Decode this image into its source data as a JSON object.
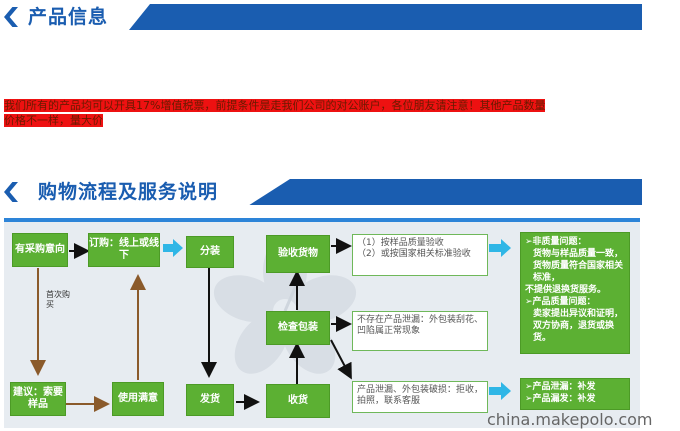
{
  "header_product": {
    "title": "产品信息"
  },
  "notice": {
    "line1": "我们所有的产品均可以开具17%增值税票，前提条件是走我们公司的对公账户，各位朋友请注意！其他产品数量",
    "line2": "价格不一样，量大价"
  },
  "header_flow": {
    "title": "购物流程及服务说明"
  },
  "flow": {
    "need": "有采购意向",
    "order": "订购：线上或线下",
    "split": "分装",
    "inspect": "验收货物",
    "check_pack": "检查包装",
    "sample": "建议：索要样品",
    "use": "使用满意",
    "ship": "发货",
    "receive": "收货",
    "first_buy": "首次购买"
  },
  "notes": {
    "inspect_1": "（1）按样品质量验收",
    "inspect_2": "（2）或按国家相关标准验收",
    "no_leak": "不存在产品泄漏：外包装刮花、凹陷属正常现象",
    "leak": "产品泄漏、外包装破损：拒收，拍照，联系客服"
  },
  "service": {
    "nonquality_head": "➢非质量问题：",
    "nonquality_body": "货物与样品质量一致，货物质量符合国家相关标准，",
    "nonquality_strong": "不提供退换货服务。",
    "quality_head": "➢产品质量问题：",
    "quality_body": "卖家提出异议和证明，双方协商，退货或换货。",
    "leak_line": "➢产品泄漏：补发",
    "missing_line": "➢产品漏发：补发"
  },
  "footer": {
    "site": "china.makepolo.com"
  },
  "colors": {
    "brand_blue": "#1a5db0",
    "box_green": "#5cb033",
    "arrow_blue": "#2fb6e6",
    "notice_red": "#ee1111"
  }
}
